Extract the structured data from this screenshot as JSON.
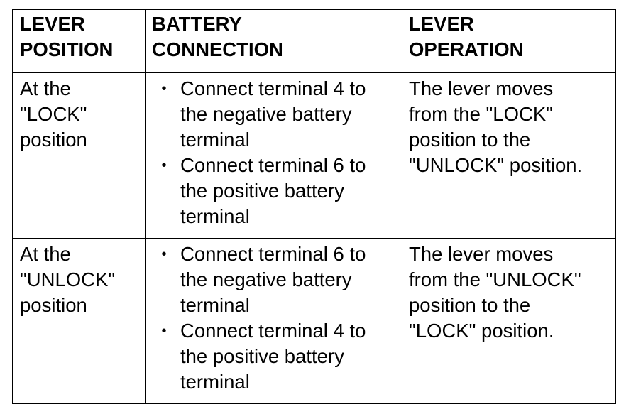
{
  "table": {
    "headers": [
      [
        "LEVER",
        "POSITION"
      ],
      [
        "BATTERY",
        "CONNECTION"
      ],
      [
        "LEVER",
        "OPERATION"
      ]
    ],
    "rows": [
      {
        "position": [
          "At the",
          "\"LOCK\"",
          "position"
        ],
        "connection": [
          [
            "Connect terminal 4 to",
            "the negative battery",
            "terminal"
          ],
          [
            "Connect terminal 6 to",
            "the positive battery",
            "terminal"
          ]
        ],
        "operation": [
          "The lever moves",
          "from the \"LOCK\"",
          "position to the",
          "\"UNLOCK\" position."
        ]
      },
      {
        "position": [
          "At the",
          "\"UNLOCK\"",
          "position"
        ],
        "connection": [
          [
            "Connect terminal 6 to",
            "the negative battery",
            "terminal"
          ],
          [
            "Connect terminal 4 to",
            "the positive battery",
            "terminal"
          ]
        ],
        "operation": [
          "The lever moves",
          "from the \"UNLOCK\"",
          "position to the",
          "\"LOCK\" position."
        ]
      }
    ],
    "bullet_glyph": "•"
  }
}
